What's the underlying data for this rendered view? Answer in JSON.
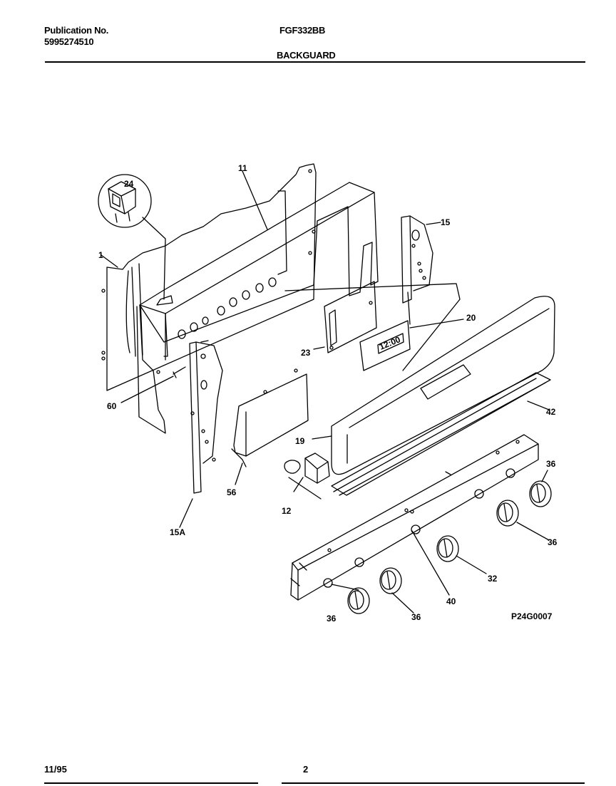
{
  "header": {
    "publication_label": "Publication No.",
    "publication_number": "5995274510",
    "model": "FGF332BB",
    "section": "BACKGUARD"
  },
  "diagram": {
    "callouts": [
      "1",
      "24",
      "11",
      "15",
      "20",
      "23",
      "60",
      "19",
      "42",
      "56",
      "12",
      "15A",
      "36",
      "36",
      "36",
      "32",
      "40",
      "36",
      "36"
    ],
    "drawing_code": "P24G0007",
    "display_text": "12:00"
  },
  "footer": {
    "date": "11/95",
    "page": "2"
  }
}
